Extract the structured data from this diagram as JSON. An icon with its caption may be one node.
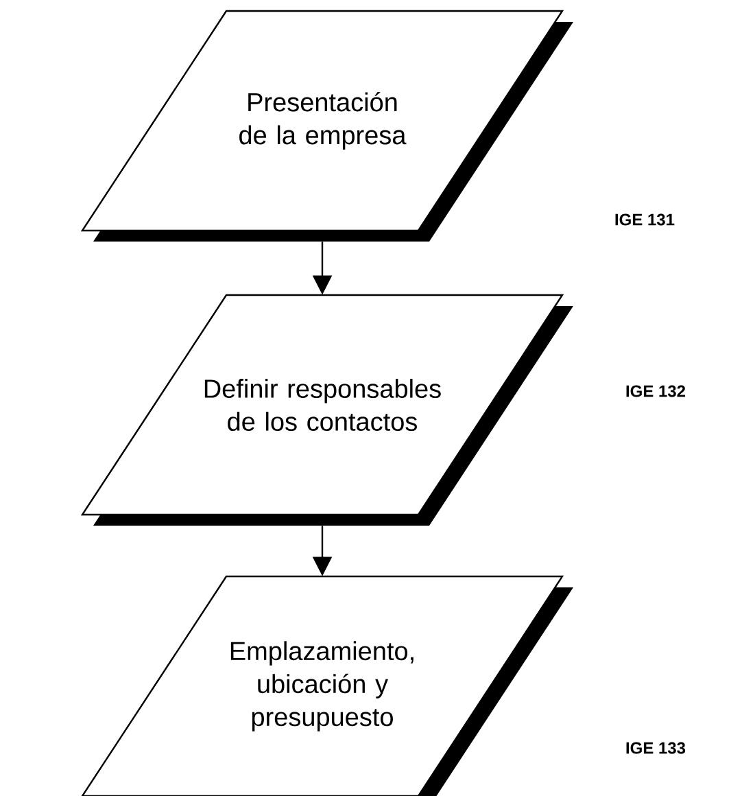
{
  "diagram": {
    "nodes": [
      {
        "text": [
          "Presentación de la empresa"
        ],
        "beside": [
          "IGE 131"
        ]
      },
      {
        "text": [
          "Definir responsables de los contactos"
        ],
        "beside": [
          "IGE 132"
        ]
      },
      {
        "text": [
          "Emplazamiento, ubicación y presupuesto"
        ],
        "beside": [
          "IGE 133"
        ]
      }
    ],
    "edges": [
      {
        "from": 0,
        "to": 1,
        "arrow": "to"
      },
      {
        "from": 1,
        "to": 2,
        "arrow": "to"
      }
    ]
  }
}
